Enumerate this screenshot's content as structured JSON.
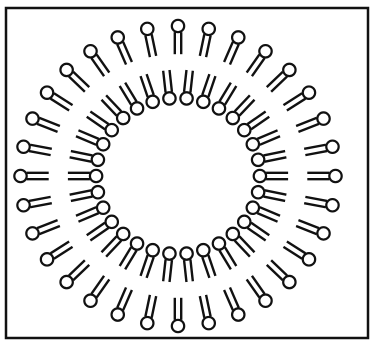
{
  "figure": {
    "type": "liposome-cross-section",
    "colors": {
      "line": "#111111",
      "background": "#ffffff",
      "head_fill": "#ffffff"
    },
    "outer_leaflet": {
      "lipid_count": 32,
      "part": "phospholipid",
      "head_icon": "hollow-circle-head",
      "tail_icon": "double-line-tail",
      "orientation": "heads-out"
    },
    "inner_leaflet": {
      "lipid_count": 30,
      "part": "phospholipid",
      "head_icon": "hollow-circle-head",
      "tail_icon": "double-line-tail",
      "orientation": "heads-in"
    }
  }
}
